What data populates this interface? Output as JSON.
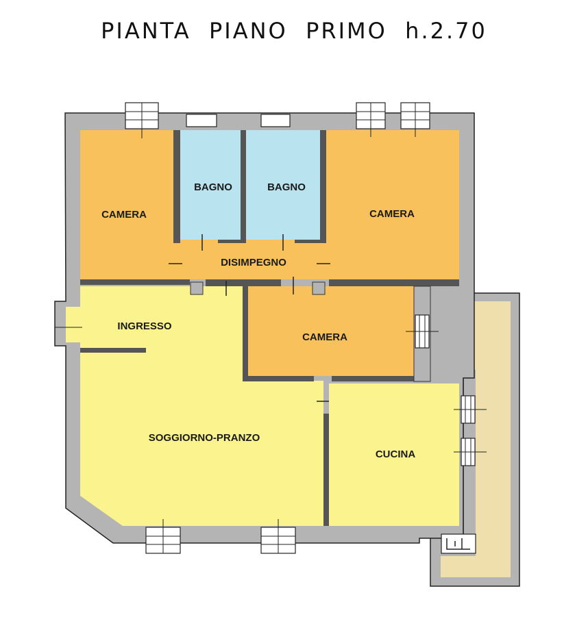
{
  "title": "PIANTA  PIANO  PRIMO  h.2.70",
  "rooms": {
    "camera_left": "CAMERA",
    "bagno_1": "BAGNO",
    "bagno_2": "BAGNO",
    "camera_right": "CAMERA",
    "disimpegno": "DISIMPEGNO",
    "ingresso": "INGRESSO",
    "camera_center": "CAMERA",
    "soggiorno": "SOGGIORNO-PRANZO",
    "cucina": "CUCINA"
  },
  "colors": {
    "wall": "#b4b4b4",
    "camera": "#f8c15b",
    "bagno": "#b9e3ee",
    "living": "#fbf48e",
    "terrace": "#efdfac"
  }
}
